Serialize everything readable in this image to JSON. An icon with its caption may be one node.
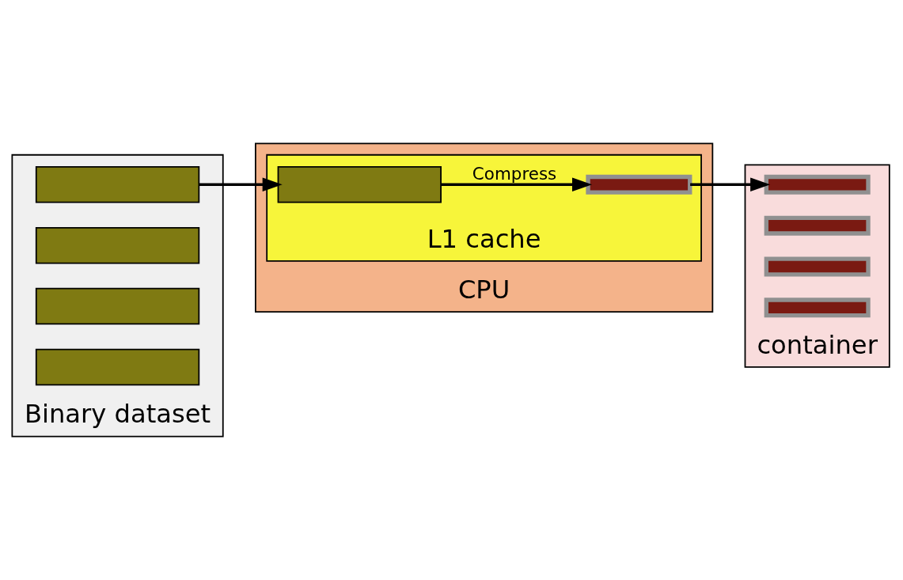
{
  "diagram": {
    "nodes": [
      {
        "text": [
          "Binary dataset"
        ]
      },
      {
        "text": [],
        "shape": "box",
        "in": 0
      },
      {
        "text": [],
        "shape": "box",
        "in": 0
      },
      {
        "text": [],
        "shape": "box",
        "in": 0
      },
      {
        "text": [],
        "shape": "box",
        "in": 0
      },
      {
        "text": [
          "CPU"
        ]
      },
      {
        "text": [
          "L1 cache"
        ],
        "in": 5
      },
      {
        "text": [],
        "shape": "box",
        "in": 6
      },
      {
        "text": [],
        "shape": "bar",
        "in": 6
      },
      {
        "text": [
          "container"
        ]
      },
      {
        "text": [],
        "shape": "bar",
        "in": 9
      },
      {
        "text": [],
        "shape": "bar",
        "in": 9
      },
      {
        "text": [],
        "shape": "bar",
        "in": 9
      },
      {
        "text": [],
        "shape": "bar",
        "in": 9
      }
    ],
    "edges": [
      {
        "from": 1,
        "to": 7,
        "arrow": "to"
      },
      {
        "from": 7,
        "to": 8,
        "arrow": "to",
        "label": "Compress"
      },
      {
        "from": 8,
        "to": 10,
        "arrow": "to"
      }
    ]
  }
}
